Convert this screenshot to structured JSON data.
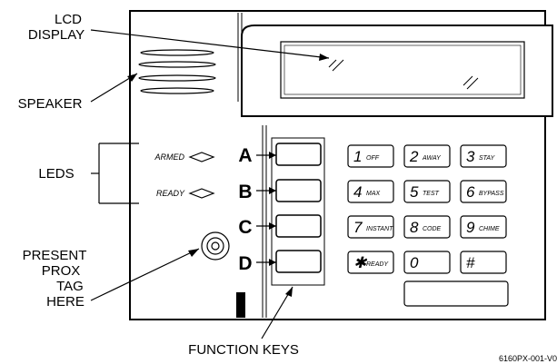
{
  "callouts": {
    "lcd_line1": "LCD",
    "lcd_line2": "DISPLAY",
    "speaker": "SPEAKER",
    "leds": "LEDS",
    "prox_line1": "PRESENT",
    "prox_line2": "PROX",
    "prox_line3": "TAG",
    "prox_line4": "HERE",
    "function_keys": "FUNCTION KEYS"
  },
  "leds": {
    "armed": "ARMED",
    "ready": "READY"
  },
  "function_keys": [
    "A",
    "B",
    "C",
    "D"
  ],
  "keypad": [
    {
      "main": "1",
      "sub": "OFF"
    },
    {
      "main": "2",
      "sub": "AWAY"
    },
    {
      "main": "3",
      "sub": "STAY"
    },
    {
      "main": "4",
      "sub": "MAX"
    },
    {
      "main": "5",
      "sub": "TEST"
    },
    {
      "main": "6",
      "sub": "BYPASS"
    },
    {
      "main": "7",
      "sub": "INSTANT"
    },
    {
      "main": "8",
      "sub": "CODE"
    },
    {
      "main": "9",
      "sub": "CHIME"
    },
    {
      "main": "✱",
      "sub": "READY"
    },
    {
      "main": "0",
      "sub": ""
    },
    {
      "main": "#",
      "sub": ""
    }
  ],
  "figure_code": "6160PX-001-V0"
}
